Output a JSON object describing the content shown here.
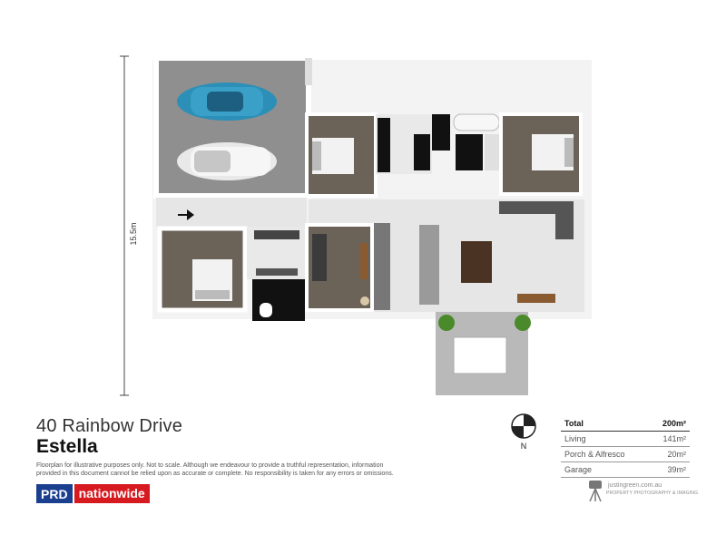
{
  "property": {
    "address": "40 Rainbow Drive",
    "suburb": "Estella",
    "disclaimer": "Floorplan for illustrative purposes only. Not to scale. Although we endeavour to provide a truthful representation, information provided in this document cannot be relied upon as accurate or complete. No responsibility is taken for any errors or omissions."
  },
  "dimension_label": "15.5m",
  "compass_label": "N",
  "area_table": {
    "rows": [
      {
        "label": "Total",
        "value": "200m²"
      },
      {
        "label": "Living",
        "value": "141m²"
      },
      {
        "label": "Porch & Alfresco",
        "value": "20m²"
      },
      {
        "label": "Garage",
        "value": "39m²"
      }
    ]
  },
  "agency_logo": {
    "left": "PRD",
    "right": "nationwide"
  },
  "photographer": {
    "site": "justingreen.com.au",
    "tagline": "PROPERTY PHOTOGRAPHY & IMAGING"
  },
  "colors": {
    "floor_tile": "#e6e6e6",
    "bedroom_carpet": "#6b6258",
    "garage_floor": "#8f8f8f",
    "alfresco_floor": "#b9b9b9",
    "wall": "#ffffff",
    "agency_blue": "#1b3f8f",
    "agency_red": "#d71920"
  }
}
